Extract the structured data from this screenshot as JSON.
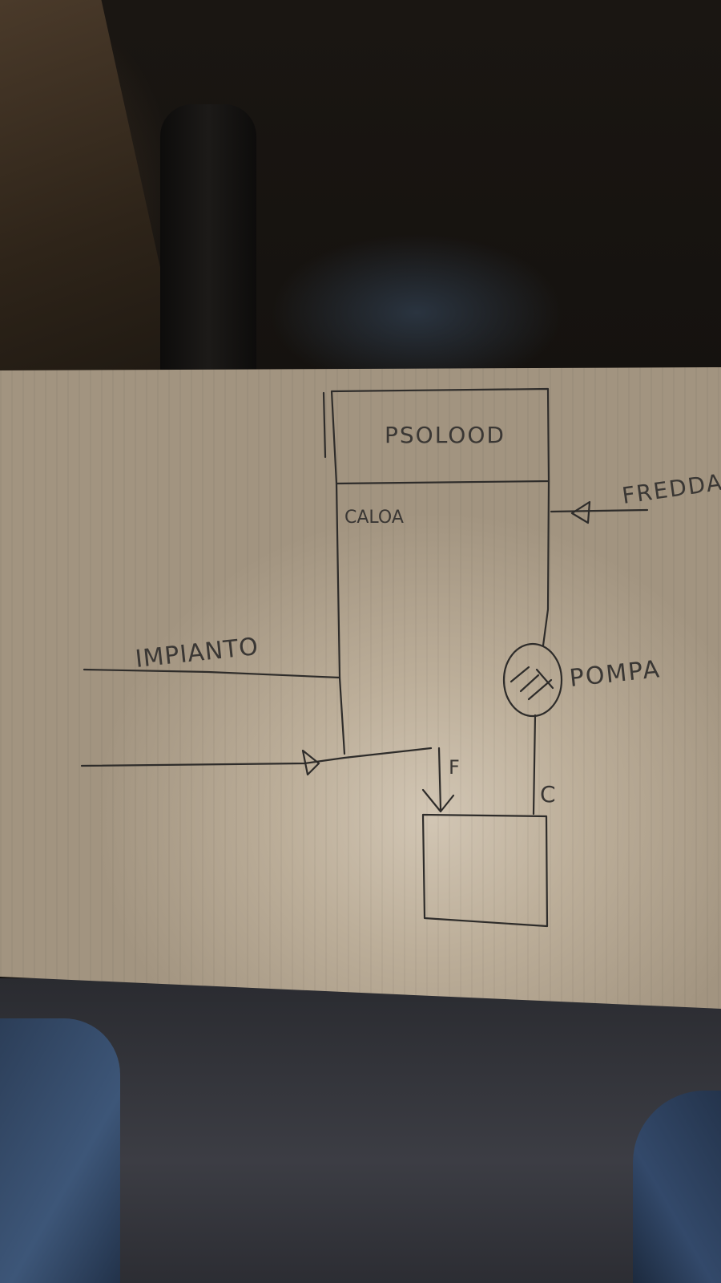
{
  "labels": {
    "top_tank": "PSOLOOD",
    "column_label": "CALOA",
    "right_inlet": "FREDDA",
    "left_line": "IMPIANTO",
    "pump": "POMPA",
    "f_marker": "F",
    "c_marker": "C"
  },
  "colors": {
    "ink": "#2e2c2a",
    "cardboard": "#c2b5a2"
  },
  "icons": {
    "pump": "pump-circle-icon",
    "arrow": "triangle-arrow-icon"
  }
}
